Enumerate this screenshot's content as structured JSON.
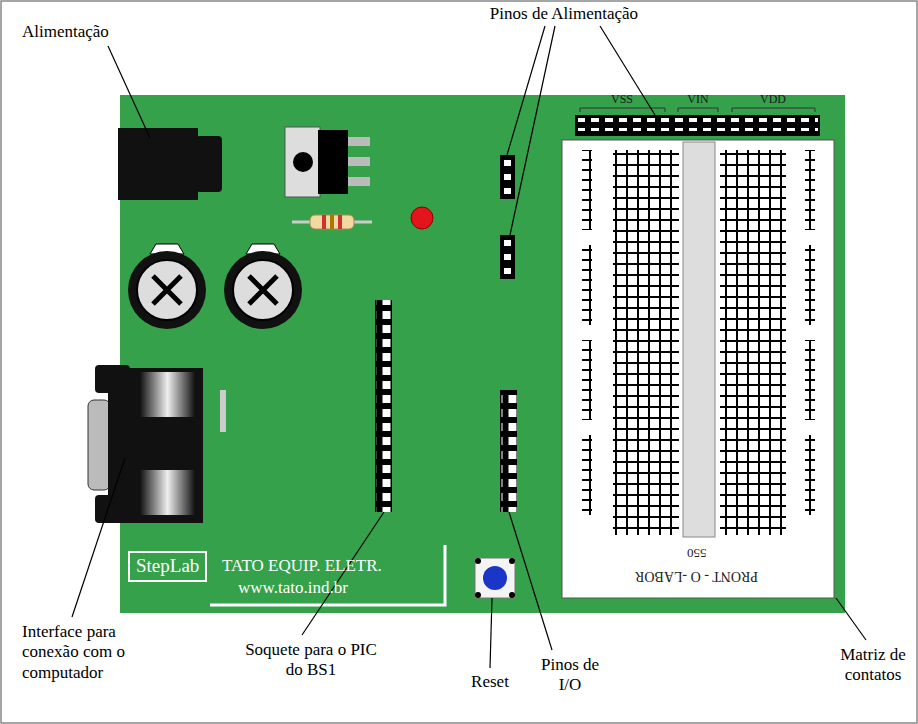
{
  "diagram": {
    "nodes": [
      {
        "text": [
          "StepLab"
        ]
      }
    ],
    "labels": [
      "Alimentação",
      "Pinos de Alimentação",
      "VSS",
      "VIN",
      "VDD",
      "TATO EQUIP. ELETR.",
      "www.tato.ind.br",
      "PRONT - O -LABOR",
      "550",
      "Interface para conexão com o computador",
      "Soquete para o PIC do BS1",
      "Reset",
      "Pinos de I/O",
      "Matriz de contatos"
    ]
  }
}
